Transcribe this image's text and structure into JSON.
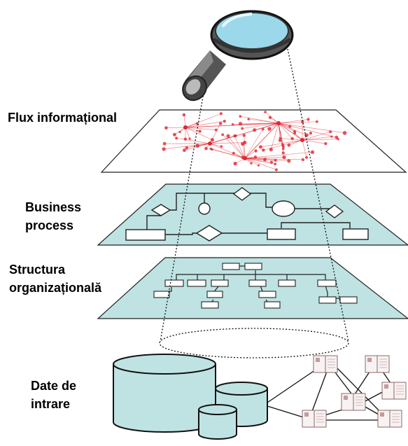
{
  "layers": {
    "flux": "Flux informațional",
    "business_line1": "Business",
    "business_line2": "process",
    "structura_line1": "Structura",
    "structura_line2": "organizațională",
    "date_line1": "Date de",
    "date_line2": "intrare"
  },
  "icons": {
    "magnifier": "magnifying-glass",
    "document": "document-page"
  },
  "colors": {
    "plane_fill": "#bfe3e2",
    "network": "#e0262e",
    "database": "#bfe3e2",
    "glass": "#9bd8ea"
  }
}
